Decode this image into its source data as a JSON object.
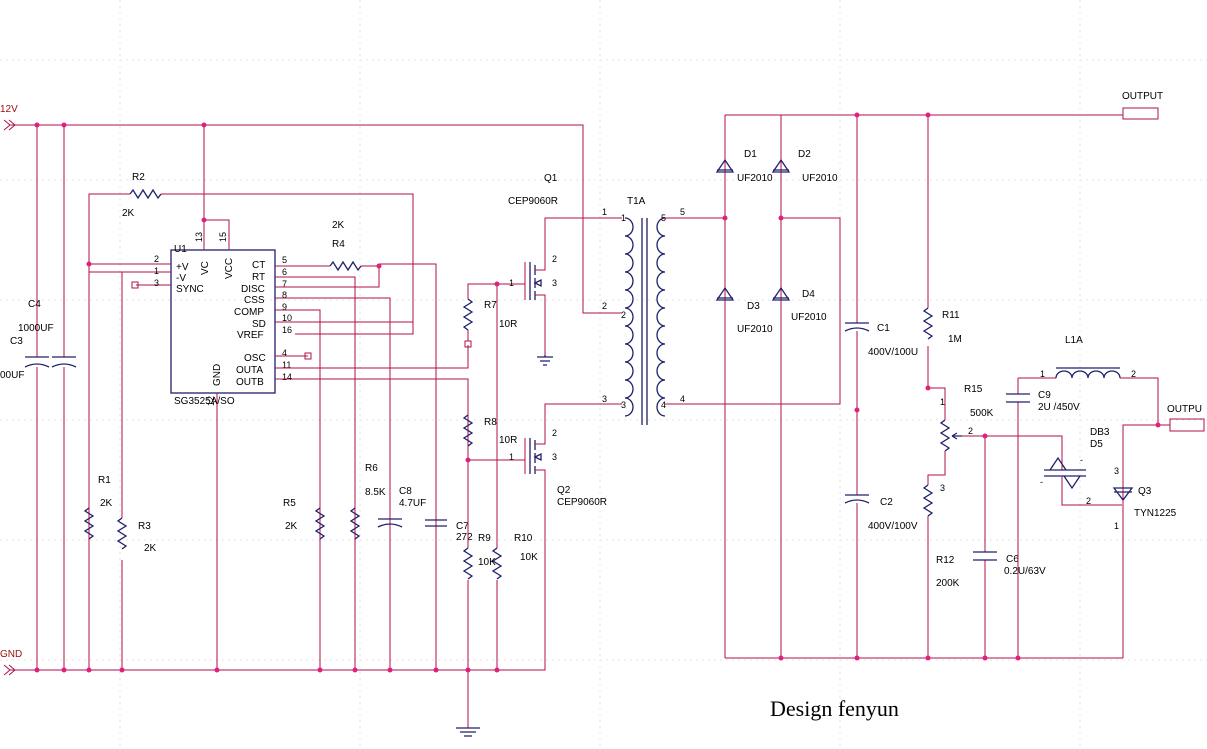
{
  "nets": {
    "vin": "12V",
    "gnd": "GND",
    "out_top": "OUTPUT",
    "out_right": "OUTPU"
  },
  "title": "Design  fenyun",
  "ic": {
    "ref": "U1",
    "part": "SG3525A/SO",
    "pins_left": [
      {
        "name": "+V",
        "num": "2"
      },
      {
        "name": "-V",
        "num": "1"
      },
      {
        "name": "SYNC",
        "num": "3"
      }
    ],
    "pins_top": [
      {
        "name": "VC",
        "num": "13"
      },
      {
        "name": "VCC",
        "num": "15"
      }
    ],
    "pins_right": [
      {
        "name": "CT",
        "num": "5"
      },
      {
        "name": "RT",
        "num": "6"
      },
      {
        "name": "DISC",
        "num": "7"
      },
      {
        "name": "CSS",
        "num": "8"
      },
      {
        "name": "COMP",
        "num": "9"
      },
      {
        "name": "SD",
        "num": "10"
      },
      {
        "name": "VREF",
        "num": "16"
      },
      {
        "name": "OSC",
        "num": "4"
      },
      {
        "name": "OUTA",
        "num": "11"
      },
      {
        "name": "OUTB",
        "num": "14"
      }
    ],
    "pin_gnd": {
      "name": "GND",
      "num": "12"
    }
  },
  "components": {
    "C4": {
      "ref": "C4",
      "value": "1000UF"
    },
    "C3": {
      "ref": "C3",
      "value": "00UF"
    },
    "R2": {
      "ref": "R2",
      "value": "2K"
    },
    "R4": {
      "ref": "R4",
      "value": "2K"
    },
    "R1": {
      "ref": "R1",
      "value": "2K"
    },
    "R3": {
      "ref": "R3",
      "value": "2K"
    },
    "R5": {
      "ref": "R5",
      "value": "2K"
    },
    "R6": {
      "ref": "R6",
      "value": "8.5K"
    },
    "C8": {
      "ref": "C8",
      "value": "4.7UF"
    },
    "C7": {
      "ref": "C7",
      "value": "272"
    },
    "R7": {
      "ref": "R7",
      "value": "10R"
    },
    "R8": {
      "ref": "R8",
      "value": "10R"
    },
    "R9": {
      "ref": "R9",
      "value": "10K"
    },
    "R10": {
      "ref": "R10",
      "value": "10K"
    },
    "Q1": {
      "ref": "Q1",
      "value": "CEP9060R"
    },
    "Q2": {
      "ref": "Q2",
      "value": "CEP9060R"
    },
    "T1A": {
      "ref": "T1A"
    },
    "D1": {
      "ref": "D1",
      "value": "UF2010"
    },
    "D2": {
      "ref": "D2",
      "value": "UF2010"
    },
    "D3": {
      "ref": "D3",
      "value": "UF2010"
    },
    "D4": {
      "ref": "D4",
      "value": "UF2010"
    },
    "C1": {
      "ref": "C1",
      "value": "400V/100U"
    },
    "C2": {
      "ref": "C2",
      "value": "400V/100V"
    },
    "R11": {
      "ref": "R11",
      "value": "1M"
    },
    "R15": {
      "ref": "R15",
      "value": "500K"
    },
    "R12": {
      "ref": "R12",
      "value": "200K"
    },
    "C6": {
      "ref": "C6",
      "value": "0.2U/63V"
    },
    "C9": {
      "ref": "C9",
      "value": "2U /450V"
    },
    "L1A": {
      "ref": "L1A"
    },
    "DB3": {
      "ref": "DB3",
      "value": "D5"
    },
    "Q3": {
      "ref": "Q3",
      "value": "TYN1225"
    }
  },
  "pin_numbers": {
    "q1": [
      "2",
      "1",
      "3"
    ],
    "q2": [
      "2",
      "1",
      "3"
    ],
    "t_pri": [
      "1",
      "2",
      "3"
    ],
    "t_pri_in": [
      "1",
      "2",
      "3"
    ],
    "t_sec": [
      "5",
      "4"
    ],
    "t_sec_in": [
      "5",
      "4"
    ],
    "r15": [
      "1",
      "2",
      "3"
    ],
    "l1": [
      "1",
      "2"
    ],
    "q3": [
      "3",
      "2",
      "1"
    ],
    "db3": [
      "-",
      "-"
    ]
  }
}
